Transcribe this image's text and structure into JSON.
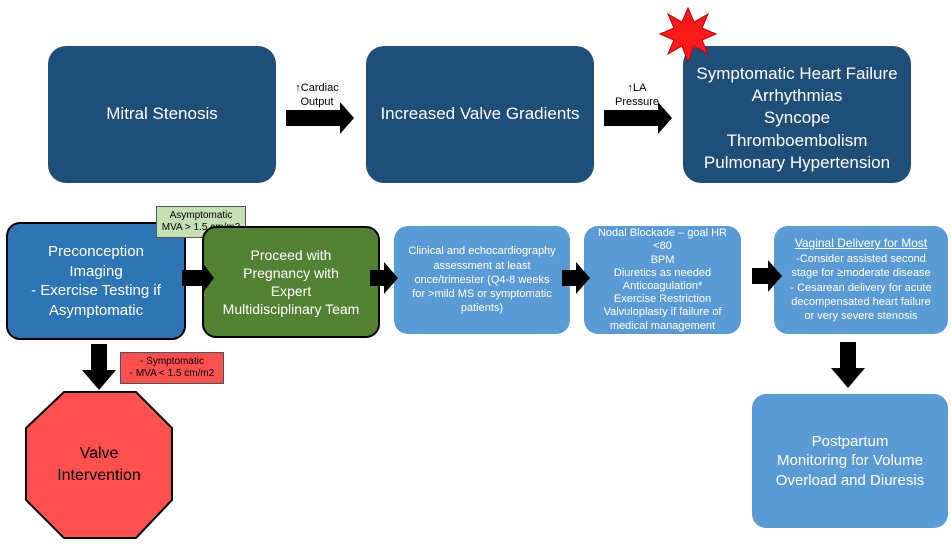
{
  "top_row": {
    "mitral_stenosis": "Mitral Stenosis",
    "arrow1_label": [
      "↑Cardiac",
      "Output"
    ],
    "increased_gradients": "Increased Valve Gradients",
    "arrow2_label": [
      "↑LA",
      "Pressure"
    ],
    "complications": [
      "Symptomatic Heart Failure",
      "Arrhythmias",
      "Syncope",
      "Thromboembolism",
      "Pulmonary Hypertension"
    ]
  },
  "preconception": [
    "Preconception",
    "Imaging",
    "- Exercise Testing if",
    "Asymptomatic"
  ],
  "asymptomatic_note": [
    "Asymptomatic",
    "MVA > 1.5 cm/m2"
  ],
  "symptomatic_note": [
    "- Symptomatic",
    "- MVA < 1.5 cm/m2"
  ],
  "proceed": [
    "Proceed with",
    "Pregnancy with",
    "Expert",
    "Multidisciplinary Team"
  ],
  "assessment": [
    "Clinical and echocardiography",
    "assessment at least",
    "once/trimester  (Q4-8 weeks",
    "for >mild MS or symptomatic",
    "patients)"
  ],
  "management": [
    "Nodal Blockade – goal HR <80",
    "BPM",
    "Diuretics as needed",
    "Anticoagulation*",
    "Exercise Restriction",
    "Valvuloplasty if failure of",
    "medical management"
  ],
  "delivery": {
    "title": "Vaginal Delivery for Most",
    "lines": [
      "-Consider assisted second",
      "stage for ≥moderate disease",
      "- Cesarean delivery for acute",
      "decompensated heart failure",
      "or very severe stenosis"
    ]
  },
  "valve_intervention": [
    "Valve",
    "Intervention"
  ],
  "postpartum": [
    "Postpartum",
    "Monitoring for Volume",
    "Overload and Diuresis"
  ],
  "colors": {
    "dark_blue": "#1f4e79",
    "light_blue": "#5b9bd5",
    "preconception_blue": "#2e75b6",
    "green": "#548235",
    "red": "#ff5050",
    "note_green": "#c5e0b4",
    "note_red": "#ff5050"
  }
}
